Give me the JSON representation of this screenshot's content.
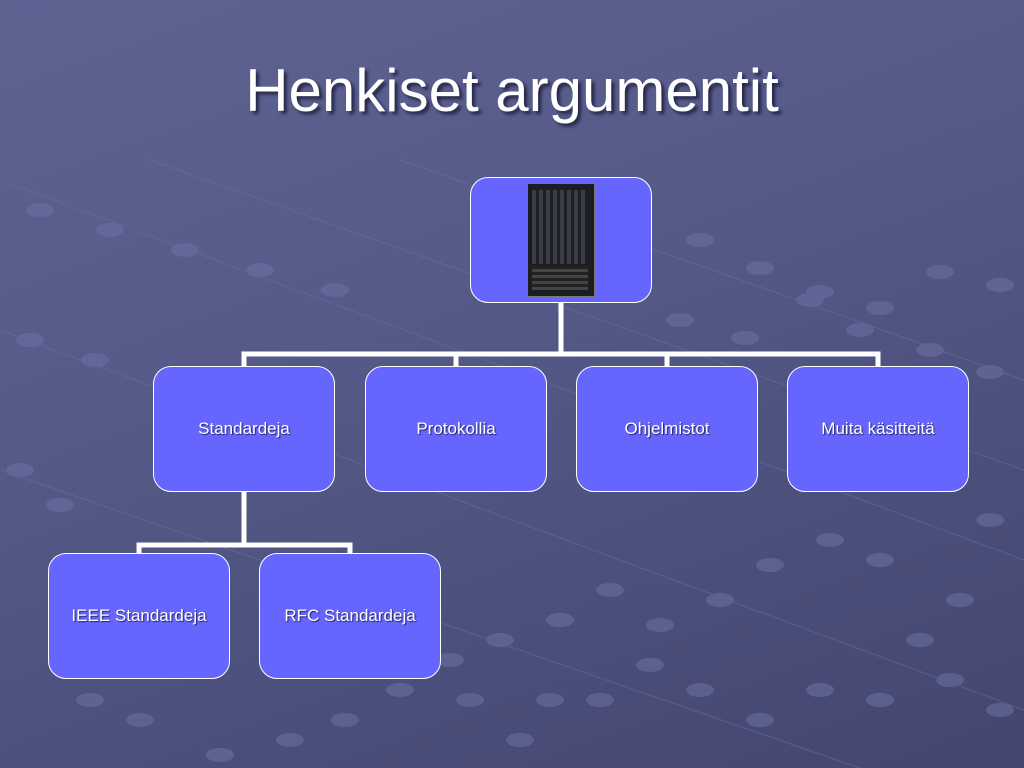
{
  "slide": {
    "title": "Henkiset argumentit"
  },
  "org_chart": {
    "root": {
      "image": "server-rack-image"
    },
    "level1": [
      "Standardeja",
      "Protokollia",
      "Ohjelmistot",
      "Muita käsitteitä"
    ],
    "level2_under_standardeja": [
      "IEEE Standardeja",
      "RFC Standardeja"
    ]
  },
  "colors": {
    "node_fill": "#6666ff",
    "node_border": "#ffffff",
    "connector": "#ffffff",
    "background": "#555a88"
  }
}
